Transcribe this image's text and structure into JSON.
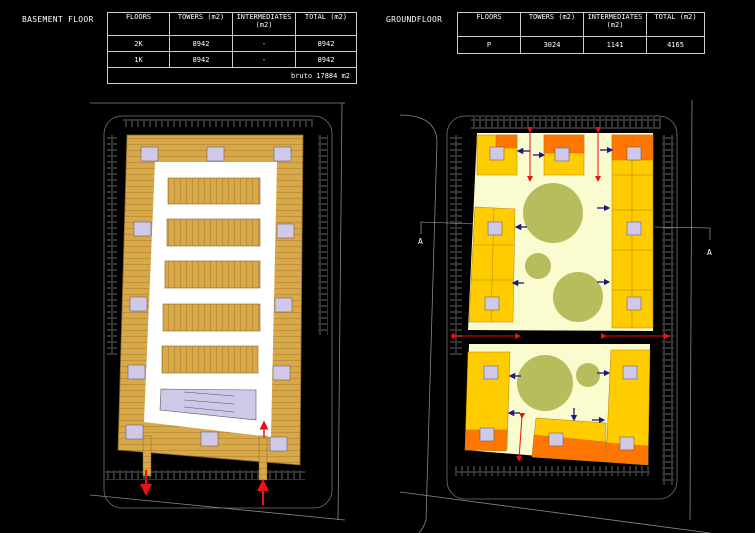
{
  "basement": {
    "title": "BASEMENT FLOOR",
    "headers": [
      "FLOORS",
      "TOWERS (m2)",
      "INTERMEDIATES (m2)",
      "TOTAL (m2)"
    ],
    "rows": [
      [
        "2K",
        "8942",
        "-",
        "8942"
      ],
      [
        "1K",
        "8942",
        "-",
        "8942"
      ]
    ],
    "footer": "bruto  17884 m2"
  },
  "ground": {
    "title": "GROUNDFLOOR",
    "headers": [
      "FLOORS",
      "TOWERS (m2)",
      "INTERMEDIATES (m2)",
      "TOTAL (m2)"
    ],
    "rows": [
      [
        "P",
        "3024",
        "1141",
        "4165"
      ]
    ]
  },
  "section_marker": {
    "left": "A",
    "right": "A"
  },
  "colors": {
    "parking_tan": "#d9a949",
    "core_lilac": "#cfc8e8",
    "court_cream": "#fbfbd0",
    "unit_yellow": "#ffcc00",
    "unit_orange": "#ff7700",
    "tree_green": "#b7bd5c",
    "arrow_red": "#ee1111",
    "arrow_navy": "#1a1a7a"
  }
}
